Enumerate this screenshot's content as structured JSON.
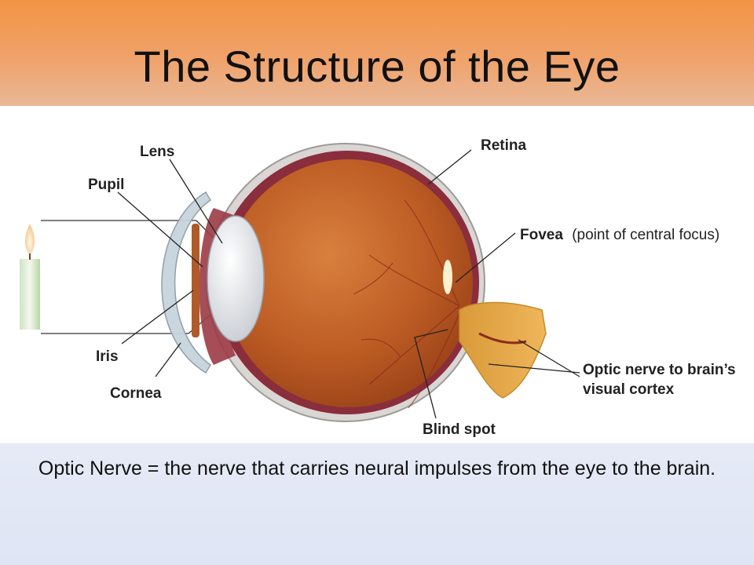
{
  "slide": {
    "title": "The Structure of the Eye",
    "caption": "Optic Nerve = the nerve that carries neural impulses from the eye to the brain."
  },
  "diagram": {
    "labels": {
      "lens": "Lens",
      "pupil": "Pupil",
      "retina": "Retina",
      "fovea": "Fovea",
      "fovea_note": "(point of central focus)",
      "iris": "Iris",
      "cornea": "Cornea",
      "blind_spot": "Blind spot",
      "optic_nerve_line1": "Optic nerve to brain’s",
      "optic_nerve_line2": "visual cortex"
    }
  },
  "colors": {
    "title_band": "#f39544",
    "caption_band": "#e2e7f5",
    "eyeball_interior": "#b85a22",
    "optic_nerve": "#e3a24a"
  }
}
